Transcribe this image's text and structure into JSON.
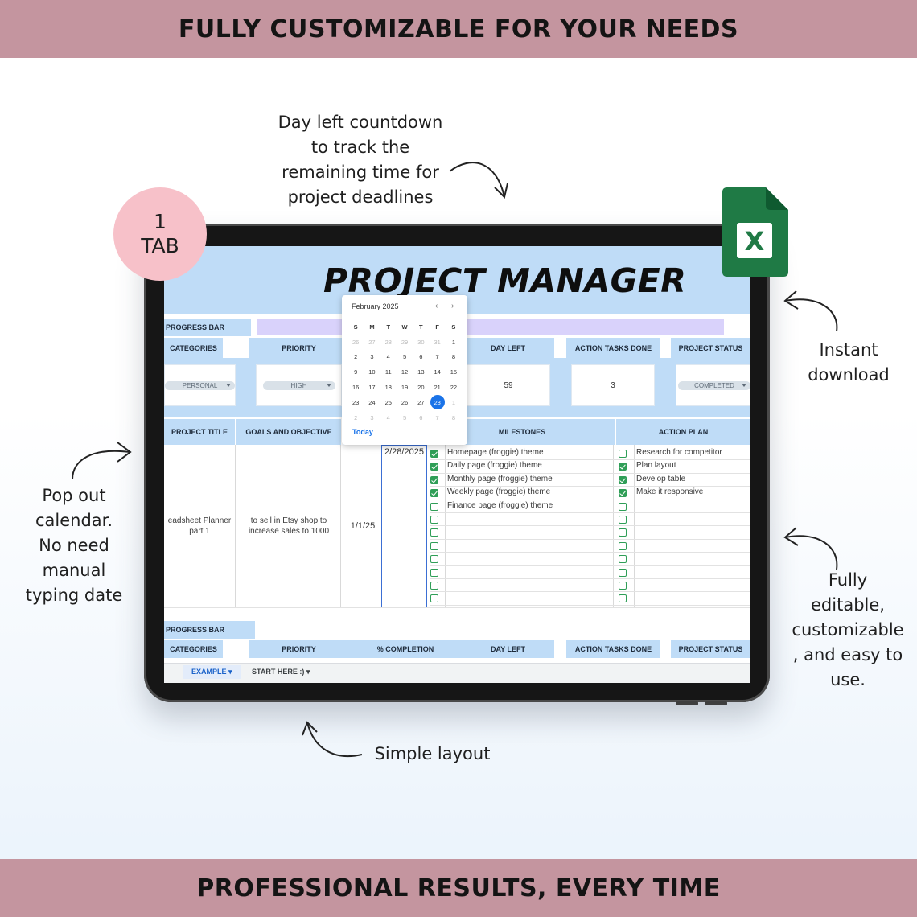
{
  "banners": {
    "top": "FULLY CUSTOMIZABLE FOR YOUR NEEDS",
    "bottom": "PROFESSIONAL RESULTS, EVERY TIME"
  },
  "annotations": {
    "countdown": "Day left countdown\nto track the\nremaining time for\nproject deadlines",
    "download": "Instant\ndownload",
    "calendar": "Pop out\ncalendar.\nNo need\nmanual\ntyping date",
    "editable": "Fully\neditable,\ncustomizable\n, and easy to\nuse.",
    "layout": "Simple layout"
  },
  "badge": {
    "line1": "1",
    "line2": "TAB"
  },
  "excel_icon": {
    "letter": "X",
    "icon": "excel-icon",
    "color": "#1f7a45"
  },
  "sheet": {
    "title": "PROJECT MANAGER",
    "progress_bar_label": "PROGRESS BAR",
    "headers": [
      "CATEGORIES",
      "PRIORITY",
      "% COMPLETION",
      "DAY LEFT",
      "ACTION TASKS DONE",
      "PROJECT STATUS"
    ],
    "category_value": "PERSONAL",
    "priority_value": "HIGH",
    "day_left_value": "59",
    "action_tasks_done_value": "3",
    "status_value": "COMPLETED",
    "columns": [
      "PROJECT TITLE",
      "GOALS AND OBJECTIVE",
      "MILESTONES",
      "ACTION PLAN"
    ],
    "project_title": "eadsheet Planner\npart 1",
    "goal": "to sell in Etsy shop to\nincrease sales to 1000",
    "start_date": "1/1/25",
    "deadline": "2/28/2025",
    "milestones": [
      {
        "text": "Homepage (froggie) theme",
        "done": true
      },
      {
        "text": "Daily page (froggie) theme",
        "done": true
      },
      {
        "text": "Monthly page (froggie) theme",
        "done": true
      },
      {
        "text": "Weekly page (froggie) theme",
        "done": true
      },
      {
        "text": "Finance page (froggie) theme",
        "done": false
      },
      {
        "text": "",
        "done": false
      },
      {
        "text": "",
        "done": false
      },
      {
        "text": "",
        "done": false
      },
      {
        "text": "",
        "done": false
      },
      {
        "text": "",
        "done": false
      },
      {
        "text": "",
        "done": false
      },
      {
        "text": "",
        "done": false
      }
    ],
    "actions": [
      {
        "text": "Research for competitor",
        "done": false
      },
      {
        "text": "Plan layout",
        "done": true
      },
      {
        "text": "Develop table",
        "done": true
      },
      {
        "text": "Make it responsive",
        "done": true
      },
      {
        "text": "",
        "done": false
      },
      {
        "text": "",
        "done": false
      },
      {
        "text": "",
        "done": false
      },
      {
        "text": "",
        "done": false
      },
      {
        "text": "",
        "done": false
      },
      {
        "text": "",
        "done": false
      },
      {
        "text": "",
        "done": false
      },
      {
        "text": "",
        "done": false
      }
    ],
    "tabs": {
      "active": "EXAMPLE",
      "other": "START HERE :)"
    }
  },
  "calendar": {
    "month": "February 2025",
    "weekdays": [
      "S",
      "M",
      "T",
      "W",
      "T",
      "F",
      "S"
    ],
    "days": [
      [
        "26",
        "27",
        "28",
        "29",
        "30",
        "31",
        "1"
      ],
      [
        "2",
        "3",
        "4",
        "5",
        "6",
        "7",
        "8"
      ],
      [
        "9",
        "10",
        "11",
        "12",
        "13",
        "14",
        "15"
      ],
      [
        "16",
        "17",
        "18",
        "19",
        "20",
        "21",
        "22"
      ],
      [
        "23",
        "24",
        "25",
        "26",
        "27",
        "28",
        "1"
      ],
      [
        "2",
        "3",
        "4",
        "5",
        "6",
        "7",
        "8"
      ]
    ],
    "selected": "28",
    "today_label": "Today"
  },
  "colors": {
    "banner": "#c4959f",
    "header_blue": "#bfdcf7",
    "checkbox_green": "#2f9e57",
    "progress_purple": "#d9d2fb",
    "badge_pink": "#f7c1c9"
  }
}
